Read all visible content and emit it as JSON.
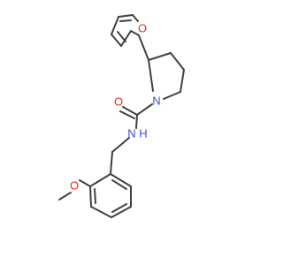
{
  "colors": {
    "bond": "#404040",
    "oxygen": "#e8291c",
    "nitrogen": "#3a4fd8",
    "background": "#ffffff"
  },
  "atoms": {
    "furan_o": "O",
    "carbonyl_o": "O",
    "ring_n": "N",
    "amide_nh": "N",
    "amide_h": "H",
    "methoxy_o": "O"
  }
}
